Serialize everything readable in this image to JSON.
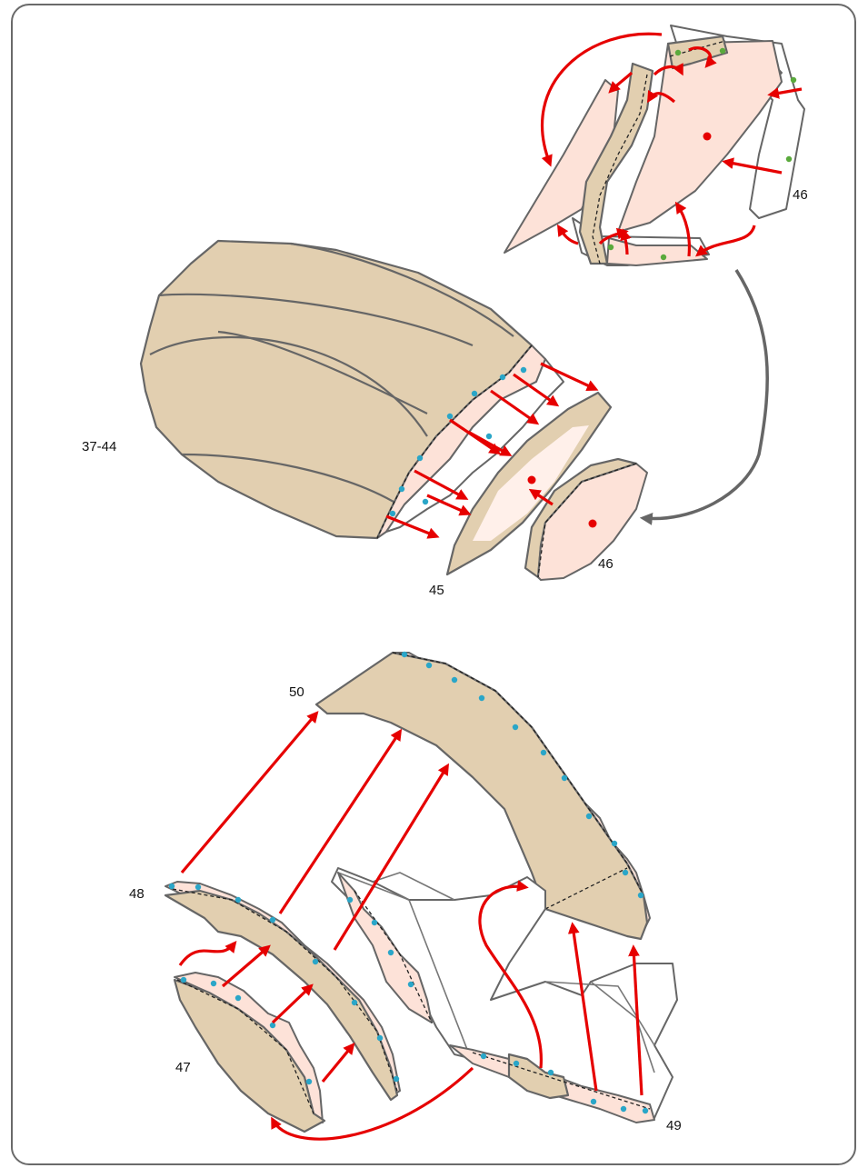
{
  "labels": {
    "body": "37-44",
    "part45": "45",
    "part46_top": "46",
    "part46_mid": "46",
    "part47": "47",
    "part48": "48",
    "part49": "49",
    "part50": "50"
  },
  "colors": {
    "paper_tan": "#e2cfb0",
    "paper_pink": "#fde2d8",
    "arrow_red": "#e60000",
    "outline_grey": "#666666",
    "glue_dot_blue": "#2aa6c8",
    "glue_dot_green": "#5aaa3c"
  }
}
